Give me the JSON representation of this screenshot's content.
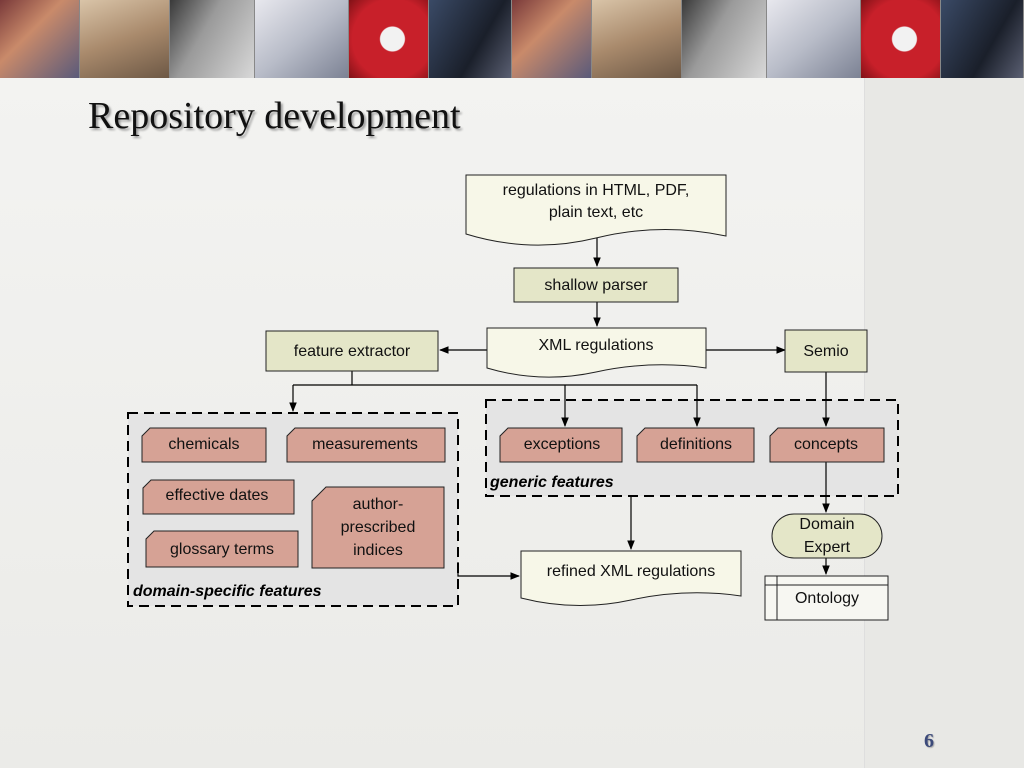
{
  "slide": {
    "title": "Repository development",
    "page_number": "6"
  },
  "diagram": {
    "source": {
      "line1": "regulations in HTML, PDF,",
      "line2": "plain text, etc"
    },
    "parser": "shallow parser",
    "xml": "XML regulations",
    "extractor": "feature extractor",
    "semio": "Semio",
    "domain_group": {
      "label": "domain-specific features",
      "items": {
        "chemicals": "chemicals",
        "measurements": "measurements",
        "effective_dates": "effective dates",
        "glossary_terms": "glossary terms",
        "indices": {
          "line1": "author-",
          "line2": "prescribed",
          "line3": "indices"
        }
      }
    },
    "generic_group": {
      "label": "generic features",
      "items": {
        "exceptions": "exceptions",
        "definitions": "definitions",
        "concepts": "concepts"
      }
    },
    "refined": "refined XML regulations",
    "expert": {
      "line1": "Domain",
      "line2": "Expert"
    },
    "ontology": "Ontology"
  },
  "colors": {
    "process_box": "#e4e6c8",
    "document_box": "#f7f7e8",
    "feature_box": "#d6a295",
    "group_fill": "#e4e4e4"
  }
}
